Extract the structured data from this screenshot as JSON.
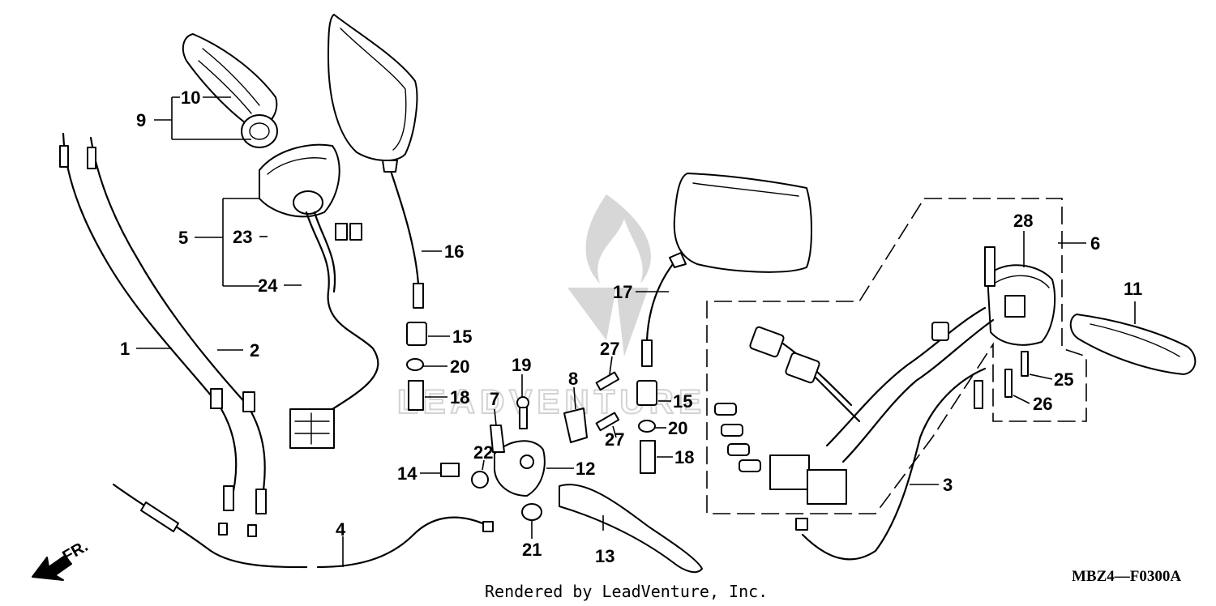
{
  "diagram": {
    "part_callouts": [
      "1",
      "2",
      "3",
      "4",
      "5",
      "6",
      "7",
      "8",
      "9",
      "10",
      "11",
      "12",
      "13",
      "14",
      "15",
      "15",
      "16",
      "17",
      "18",
      "18",
      "19",
      "20",
      "20",
      "21",
      "22",
      "23",
      "24",
      "25",
      "26",
      "27",
      "27",
      "28"
    ],
    "direction_label": "FR.",
    "diagram_code": "MBZ4—F0300A",
    "watermark_text": "LEADVENTURE",
    "credit": "Rendered by LeadVenture, Inc."
  }
}
